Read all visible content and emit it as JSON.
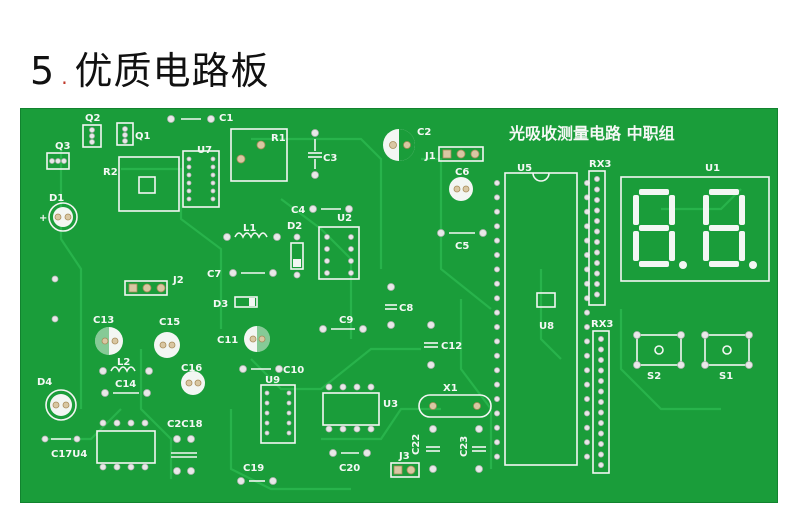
{
  "heading": {
    "number": "5",
    "dot": ".",
    "text": "优质电路板"
  },
  "board": {
    "title": "光吸收测量电路  中职组",
    "labels": [
      "Q2",
      "Q1",
      "Q3",
      "R2",
      "U7",
      "C1",
      "R1",
      "C2",
      "J1",
      "C3",
      "U5",
      "RX3",
      "U1",
      "D1",
      "C4",
      "U2",
      "D2",
      "L1",
      "C7",
      "J2",
      "D3",
      "C8",
      "C13",
      "C15",
      "C11",
      "C9",
      "U8",
      "RX3",
      "C12",
      "L2",
      "C14",
      "C16",
      "U9",
      "C10",
      "D4",
      "C2C18",
      "X1",
      "U3",
      "C22",
      "C23",
      "S2",
      "S1",
      "C17U4",
      "C19",
      "C20",
      "J3",
      "C6",
      "C5"
    ]
  },
  "colors": {
    "board": "#1a9d3a",
    "silk": "#f3f6f3",
    "pad": "#d9c7a3"
  }
}
